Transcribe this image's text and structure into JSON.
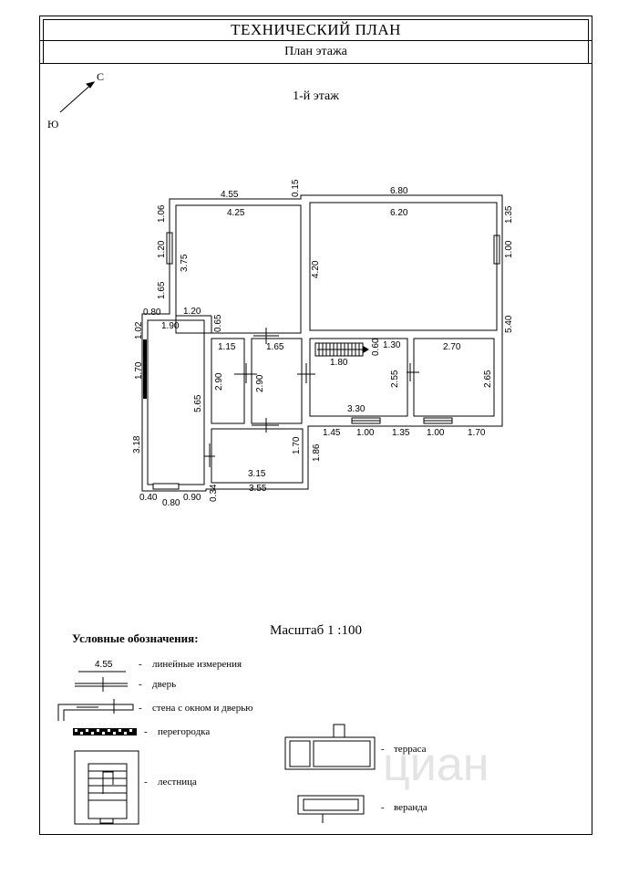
{
  "header": {
    "title": "ТЕХНИЧЕСКИЙ ПЛАН",
    "subtitle": "План этажа"
  },
  "floor_label": "1-й этаж",
  "compass": {
    "north": "С",
    "south": "Ю"
  },
  "dims": {
    "top_left": "4.55",
    "top_gap": "0.15",
    "top_right": "6.80",
    "room_a_w": "4.25",
    "room_b_w": "6.20",
    "left_1": "1.06",
    "left_2": "1.20",
    "left_3": "3.75",
    "left_4": "1.65",
    "room_b_h": "4.20",
    "right_1": "1.35",
    "right_2": "1.00",
    "right_3": "5.40",
    "step_w1": "0.80",
    "step_w2": "1.20",
    "step_h": "0.65",
    "corr_w": "1.90",
    "corr_top": "1.02",
    "corr_mid": "1.70",
    "corr_h": "5.65",
    "corr_bot": "3.18",
    "r1_w": "1.15",
    "r1_h": "2.90",
    "r2_w": "1.65",
    "r2_h": "2.90",
    "stair_w": "1.80",
    "stair_d": "0.60",
    "stair_r": "1.30",
    "hall_w": "3.30",
    "hall_h": "2.55",
    "r3_w": "2.70",
    "r3_h": "2.65",
    "b_1": "1.45",
    "b_2": "1.00",
    "b_3": "1.35",
    "b_4": "1.00",
    "b_5": "1.70",
    "r4_h": "1.70",
    "r4_w": "3.15",
    "r4_ext": "1.86",
    "r4_out": "3.55",
    "bl_1": "0.40",
    "bl_2": "0.80",
    "bl_3": "0.90",
    "bl_4": "0.34"
  },
  "scale": "Масштаб 1 :100",
  "legend": {
    "title": "Условные обозначения:",
    "sample_dim": "4.55",
    "items": [
      "линейные измерения",
      "дверь",
      "стена с окном и дверью",
      "перегородка",
      "лестница",
      "терраса",
      "веранда"
    ]
  },
  "watermark": "циан"
}
